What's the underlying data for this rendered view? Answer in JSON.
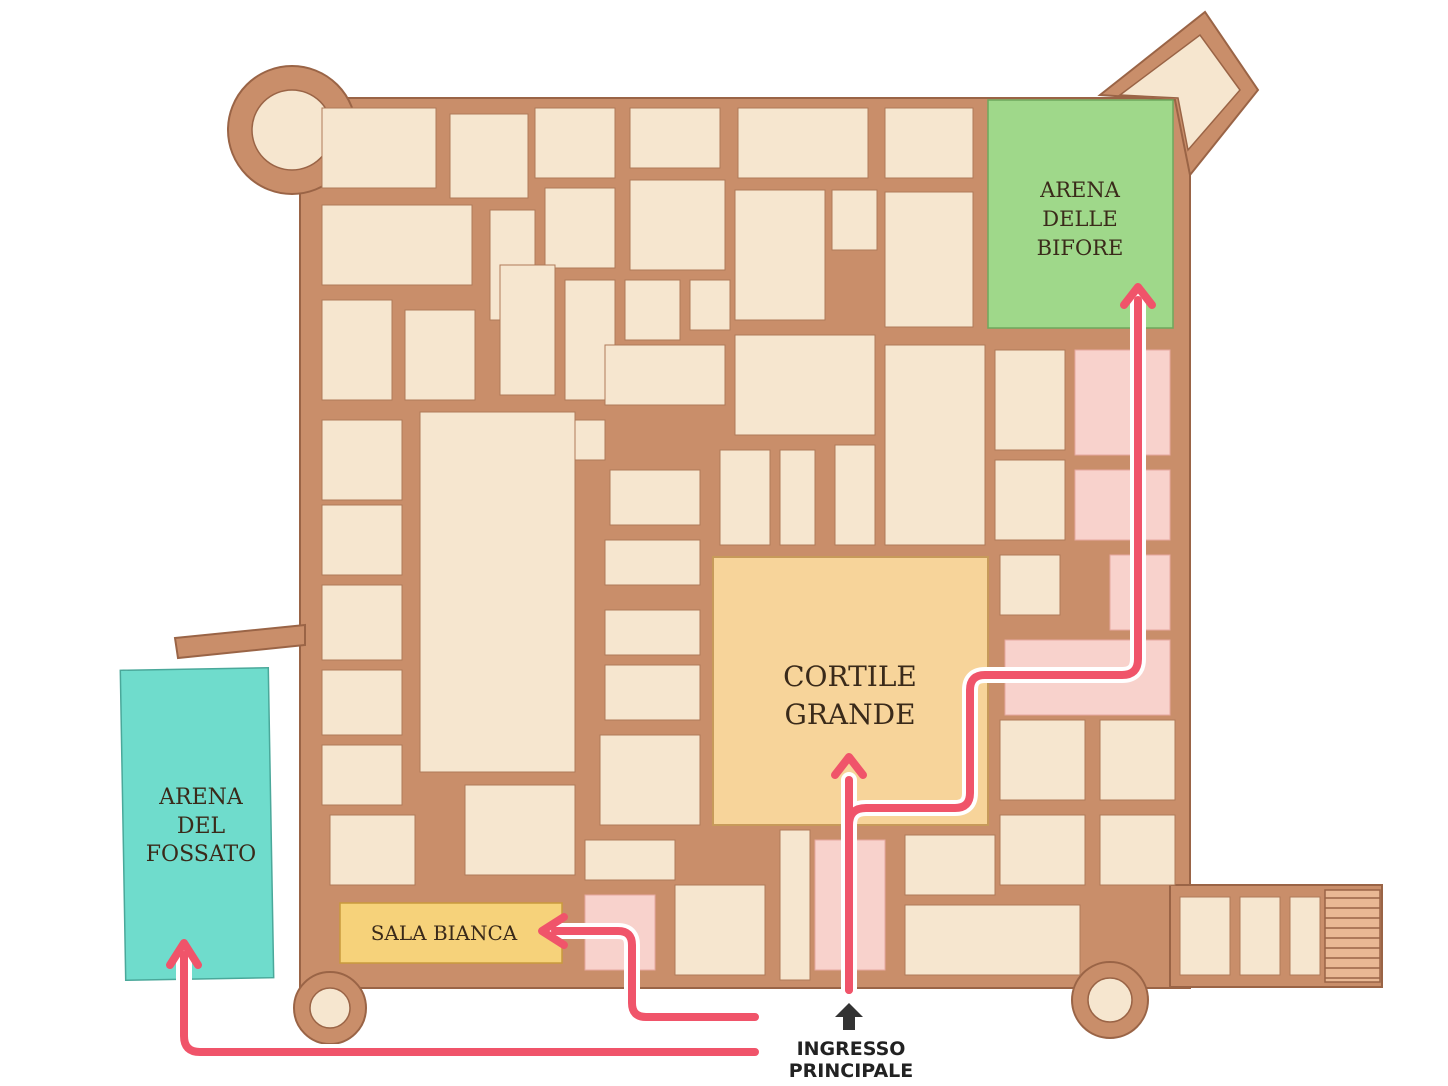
{
  "map": {
    "colors": {
      "wall": "#c98e6a",
      "wall_edge": "#9a6446",
      "floor": "#f6e6cf",
      "background": "#ffffff",
      "arena_fossato": "#6fdccc",
      "arena_bifore": "#9fd88a",
      "cortile_grande": "#f7d49a",
      "sala_bianca": "#f6d27a",
      "pink_rooms": "#f8d2cc",
      "route": "#f0546a"
    },
    "labels": {
      "arena_fossato": [
        "ARENA",
        "DEL",
        "FOSSATO"
      ],
      "arena_bifore": [
        "ARENA",
        "DELLE",
        "BIFORE"
      ],
      "cortile_grande": [
        "CORTILE",
        "GRANDE"
      ],
      "sala_bianca": "SALA BIANCA",
      "entrance": [
        "INGRESSO",
        "PRINCIPALE"
      ]
    },
    "icons": {
      "entrance": "up-arrow-icon"
    }
  }
}
